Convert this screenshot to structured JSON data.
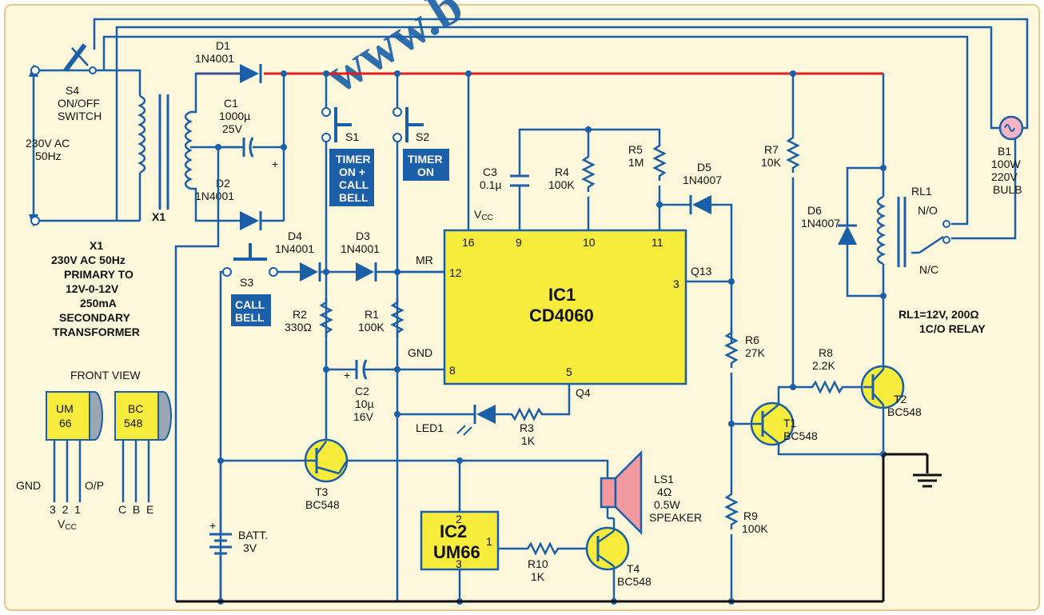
{
  "watermark": "www.b",
  "colors": {
    "background": "#fdf7dc",
    "wire": "#1a5fa8",
    "supply_rail": "#e0201e",
    "ground_wire": "#111111",
    "ic_fill": "#f7ec3c",
    "label_box": "#1a5fa8",
    "speaker": "#f29aa0",
    "bulb": "#f7b4c4"
  },
  "mains": {
    "switch_name": "S4",
    "switch_desc_1": "ON/OFF",
    "switch_desc_2": "SWITCH",
    "ac_1": "230V AC",
    "ac_2": "50Hz"
  },
  "transformer": {
    "name": "X1",
    "spec_title": "X1",
    "spec_1": "230V AC 50Hz",
    "spec_2": "PRIMARY TO",
    "spec_3": "12V-0-12V",
    "spec_4": "250mA",
    "spec_5": "SECONDARY",
    "spec_6": "TRANSFORMER"
  },
  "d1": {
    "name": "D1",
    "value": "1N4001"
  },
  "d2": {
    "name": "D2",
    "value": "1N4001"
  },
  "d3": {
    "name": "D3",
    "value": "1N4001"
  },
  "d4": {
    "name": "D4",
    "value": "1N4001"
  },
  "d5": {
    "name": "D5",
    "value": "1N4007"
  },
  "d6": {
    "name": "D6",
    "value": "1N4007"
  },
  "c1": {
    "name": "C1",
    "value_1": "1000µ",
    "value_2": "25V"
  },
  "c2": {
    "name": "C2",
    "value_1": "10µ",
    "value_2": "16V"
  },
  "c3": {
    "name": "C3",
    "value": "0.1µ"
  },
  "s1": {
    "name": "S1",
    "label_1": "TIMER",
    "label_2": "ON +",
    "label_3": "CALL",
    "label_4": "BELL"
  },
  "s2": {
    "name": "S2",
    "label_1": "TIMER",
    "label_2": "ON"
  },
  "s3": {
    "name": "S3",
    "label_1": "CALL",
    "label_2": "BELL"
  },
  "r1": {
    "name": "R1",
    "value": "100K"
  },
  "r2": {
    "name": "R2",
    "value": "330Ω"
  },
  "r3": {
    "name": "R3",
    "value": "1K"
  },
  "r4": {
    "name": "R4",
    "value": "100K"
  },
  "r5": {
    "name": "R5",
    "value": "1M"
  },
  "r6": {
    "name": "R6",
    "value": "27K"
  },
  "r7": {
    "name": "R7",
    "value": "10K"
  },
  "r8": {
    "name": "R8",
    "value": "2.2K"
  },
  "r9": {
    "name": "R9",
    "value": "100K"
  },
  "r10": {
    "name": "R10",
    "value": "1K"
  },
  "ic1": {
    "name": "IC1",
    "part": "CD4060",
    "vcc": "V",
    "vcc_sub": "CC",
    "mr": "MR",
    "gnd": "GND",
    "q13": "Q13",
    "q4": "Q4",
    "pin16": "16",
    "pin9": "9",
    "pin10": "10",
    "pin11": "11",
    "pin12": "12",
    "pin8": "8",
    "pin3": "3",
    "pin5": "5"
  },
  "ic2": {
    "name": "IC2",
    "part": "UM66",
    "pin1": "1",
    "pin2": "2",
    "pin3": "3"
  },
  "t1": {
    "name": "T1",
    "value": "BC548"
  },
  "t2": {
    "name": "T2",
    "value": "BC548"
  },
  "t3": {
    "name": "T3",
    "value": "BC548"
  },
  "t4": {
    "name": "T4",
    "value": "BC548"
  },
  "led1": {
    "name": "LED1"
  },
  "ls1": {
    "name": "LS1",
    "value_1": "4Ω",
    "value_2": "0.5W",
    "value_3": "SPEAKER"
  },
  "batt": {
    "name": "BATT.",
    "value": "3V",
    "plus": "+"
  },
  "b1": {
    "name": "B1",
    "value_1": "100W",
    "value_2": "220V",
    "value_3": "BULB"
  },
  "rl1": {
    "name": "RL1",
    "no": "N/O",
    "nc": "N/C",
    "spec_1": "RL1=12V, 200Ω",
    "spec_2": "1C/O RELAY"
  },
  "front_view": {
    "title": "FRONT VIEW",
    "um66_line1": "UM",
    "um66_line2": "66",
    "bc548_line1": "BC",
    "bc548_line2": "548",
    "gnd": "GND",
    "op": "O/P",
    "pins_um66": "3  2  1",
    "vcc": "V",
    "vcc_sub": "CC",
    "pins_bc548": "C  B  E"
  }
}
